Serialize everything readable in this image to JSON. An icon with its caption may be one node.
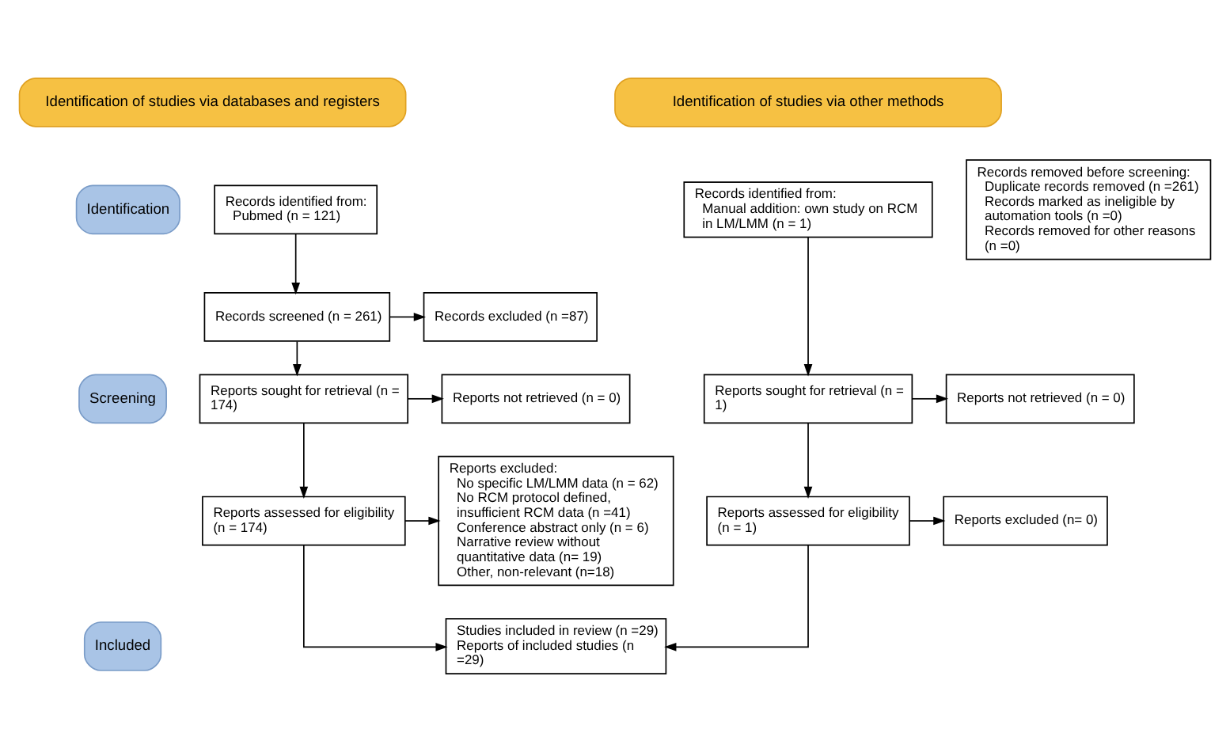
{
  "diagram": {
    "nodes": [
      {
        "text": [
          "Identification of studies via databases and registers"
        ]
      },
      {
        "text": [
          "Identification of studies via other methods"
        ]
      },
      {
        "text": [
          "Identification"
        ]
      },
      {
        "text": [
          "Screening"
        ]
      },
      {
        "text": [
          "Included"
        ]
      },
      {
        "text": [
          "Records identified from:",
          "Pubmed (n = 121)"
        ]
      },
      {
        "text": [
          "Records removed before screening:",
          "Duplicate records removed (n =261)",
          "Records marked as ineligible by automation tools (n =0)",
          "Records removed for other reasons (n =0)"
        ]
      },
      {
        "text": [
          "Records identified from:",
          "Manual addition: own study on RCM in LM/LMM (n = 1)"
        ]
      },
      {
        "text": [
          "Records screened (n = 261)"
        ]
      },
      {
        "text": [
          "Records excluded (n =87)"
        ]
      },
      {
        "text": [
          "Reports sought for retrieval (n = 174)"
        ]
      },
      {
        "text": [
          "Reports not retrieved (n = 0)"
        ]
      },
      {
        "text": [
          "Reports sought for retrieval (n = 1)"
        ]
      },
      {
        "text": [
          "Reports not retrieved (n = 0)"
        ]
      },
      {
        "text": [
          "Reports assessed for eligibility (n = 174)"
        ]
      },
      {
        "text": [
          "Reports excluded:",
          "No specific LM/LMM data (n = 62)",
          "No RCM protocol defined, insufficient RCM data (n =41)",
          "Conference abstract only (n = 6)",
          "Narrative review without quantitative data (n= 19)",
          "Other, non-relevant (n=18)"
        ]
      },
      {
        "text": [
          "Reports assessed for eligibility (n = 1)"
        ]
      },
      {
        "text": [
          "Reports excluded (n= 0)"
        ]
      },
      {
        "text": [
          "Studies included in review (n =29)",
          "Reports of included studies (n =29)"
        ]
      }
    ],
    "edges": [
      {
        "from": 5,
        "to": 8,
        "arrow": "to"
      },
      {
        "from": 8,
        "to": 9,
        "arrow": "to"
      },
      {
        "from": 8,
        "to": 10,
        "arrow": "to"
      },
      {
        "from": 10,
        "to": 11,
        "arrow": "to"
      },
      {
        "from": 10,
        "to": 14,
        "arrow": "to"
      },
      {
        "from": 14,
        "to": 15,
        "arrow": "to"
      },
      {
        "from": 14,
        "to": 18,
        "arrow": "to"
      },
      {
        "from": 7,
        "to": 12,
        "arrow": "to"
      },
      {
        "from": 12,
        "to": 13,
        "arrow": "to"
      },
      {
        "from": 12,
        "to": 16,
        "arrow": "to"
      },
      {
        "from": 16,
        "to": 17,
        "arrow": "to"
      },
      {
        "from": 16,
        "to": 18,
        "arrow": "to"
      }
    ]
  }
}
